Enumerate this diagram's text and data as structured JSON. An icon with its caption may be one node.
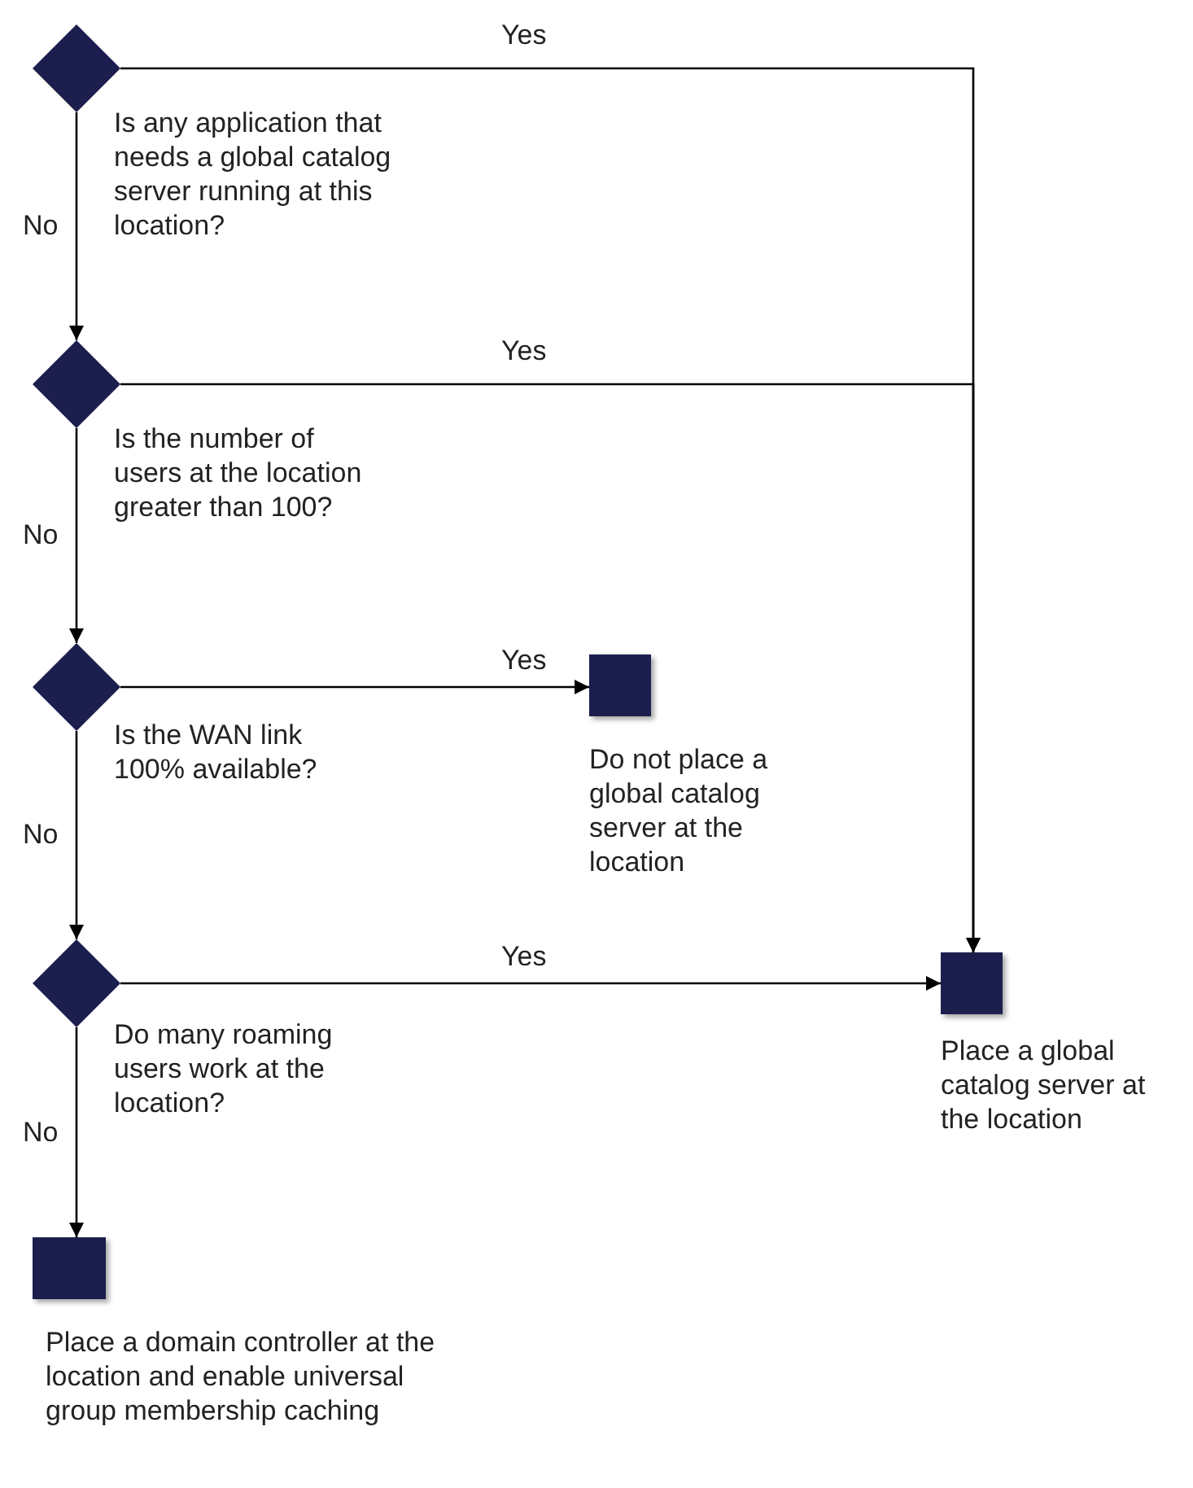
{
  "diagram": {
    "nodes": [
      {
        "text": [
          "Is any application that needs a global catalog server running at this location?"
        ]
      },
      {
        "text": [
          "Is the number of users at the location greater than 100?"
        ]
      },
      {
        "text": [
          "Is the WAN link 100% available?"
        ]
      },
      {
        "text": [
          "Do not place a global catalog server at the location"
        ]
      },
      {
        "text": [
          "Do many roaming users work at the location?"
        ]
      },
      {
        "text": [
          "Place a global catalog server at the location"
        ]
      },
      {
        "text": [
          "Place a domain controller at the location and enable universal group membership caching"
        ]
      }
    ],
    "edges": [
      {
        "from": 0,
        "to": 5,
        "arrow": "to",
        "label": "Yes"
      },
      {
        "from": 0,
        "to": 1,
        "arrow": "to",
        "label": "No"
      },
      {
        "from": 1,
        "to": 5,
        "arrow": "to",
        "label": "Yes"
      },
      {
        "from": 1,
        "to": 2,
        "arrow": "to",
        "label": "No"
      },
      {
        "from": 2,
        "to": 3,
        "arrow": "to",
        "label": "Yes"
      },
      {
        "from": 2,
        "to": 4,
        "arrow": "to",
        "label": "No"
      },
      {
        "from": 4,
        "to": 5,
        "arrow": "to",
        "label": "Yes"
      },
      {
        "from": 4,
        "to": 6,
        "arrow": "to",
        "label": "No"
      }
    ]
  }
}
